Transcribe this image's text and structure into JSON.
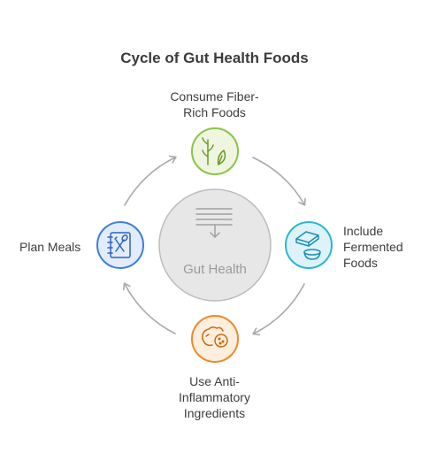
{
  "title": "Cycle of Gut Health Foods",
  "center": {
    "label": "Gut Health",
    "icon": "intestine-icon"
  },
  "nodes": [
    {
      "id": "fiber",
      "line1": "Consume Fiber-",
      "line2": "Rich Foods",
      "line3": "",
      "icon": "plant-leaf-icon",
      "color": "#8bc34a",
      "fill": "#eef6df"
    },
    {
      "id": "fermented",
      "line1": "Include",
      "line2": "Fermented",
      "line3": "Foods",
      "icon": "fermented-food-icon",
      "color": "#29b6d6",
      "fill": "#def3f9"
    },
    {
      "id": "anti-inflammatory",
      "line1": "Use Anti-",
      "line2": "Inflammatory",
      "line3": "Ingredients",
      "icon": "ginger-turmeric-icon",
      "color": "#f08a2b",
      "fill": "#fdeedd"
    },
    {
      "id": "plan",
      "line1": "Plan Meals",
      "line2": "",
      "line3": "",
      "icon": "meal-planner-icon",
      "color": "#3f7de0",
      "fill": "#e2ecfb"
    }
  ],
  "colors": {
    "arrow": "#a9a9a9",
    "center_fill": "#e7e7e7",
    "center_stroke": "#bdbdbd",
    "center_icon": "#a0a0a0"
  }
}
